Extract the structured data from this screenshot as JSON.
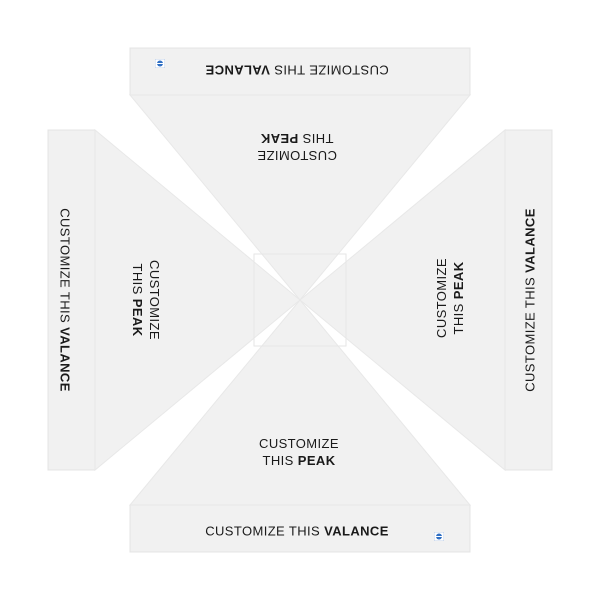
{
  "valance": {
    "prefix": "CUSTOMIZE THIS ",
    "strong": "VALANCE"
  },
  "peak": {
    "line1": "CUSTOMIZE",
    "line2_prefix": "THIS ",
    "line2_strong": "PEAK"
  },
  "colors": {
    "panel": "#f1f1f1",
    "panel_stroke": "#e2e2e2",
    "text": "#1a1a1a",
    "logo_blue": "#2f6fc4"
  },
  "icons": [
    "brand-logo-icon"
  ]
}
